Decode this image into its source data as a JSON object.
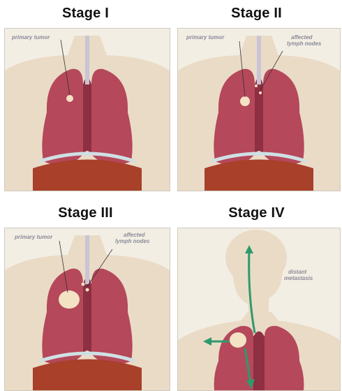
{
  "stages": [
    {
      "title": "Stage I",
      "labels": {
        "primary_tumor": "primary tumor"
      }
    },
    {
      "title": "Stage II",
      "labels": {
        "primary_tumor": "primary tumor",
        "affected_nodes_1": "affected",
        "affected_nodes_2": "lymph nodes"
      }
    },
    {
      "title": "Stage III",
      "labels": {
        "primary_tumor": "primary tumor",
        "affected_nodes_1": "affected",
        "affected_nodes_2": "lymph nodes"
      }
    },
    {
      "title": "Stage IV",
      "labels": {
        "distant_1": "distant",
        "distant_2": "metastasis"
      }
    }
  ],
  "colors": {
    "skin": "#eadbc6",
    "lung": "#b5485a",
    "lung_dark": "#8e2f42",
    "liver": "#a8402a",
    "pleura": "#cfe0e4",
    "tumor": "#f4e2c4",
    "arrow": "#2e9a6c",
    "label": "#8a8a98"
  }
}
